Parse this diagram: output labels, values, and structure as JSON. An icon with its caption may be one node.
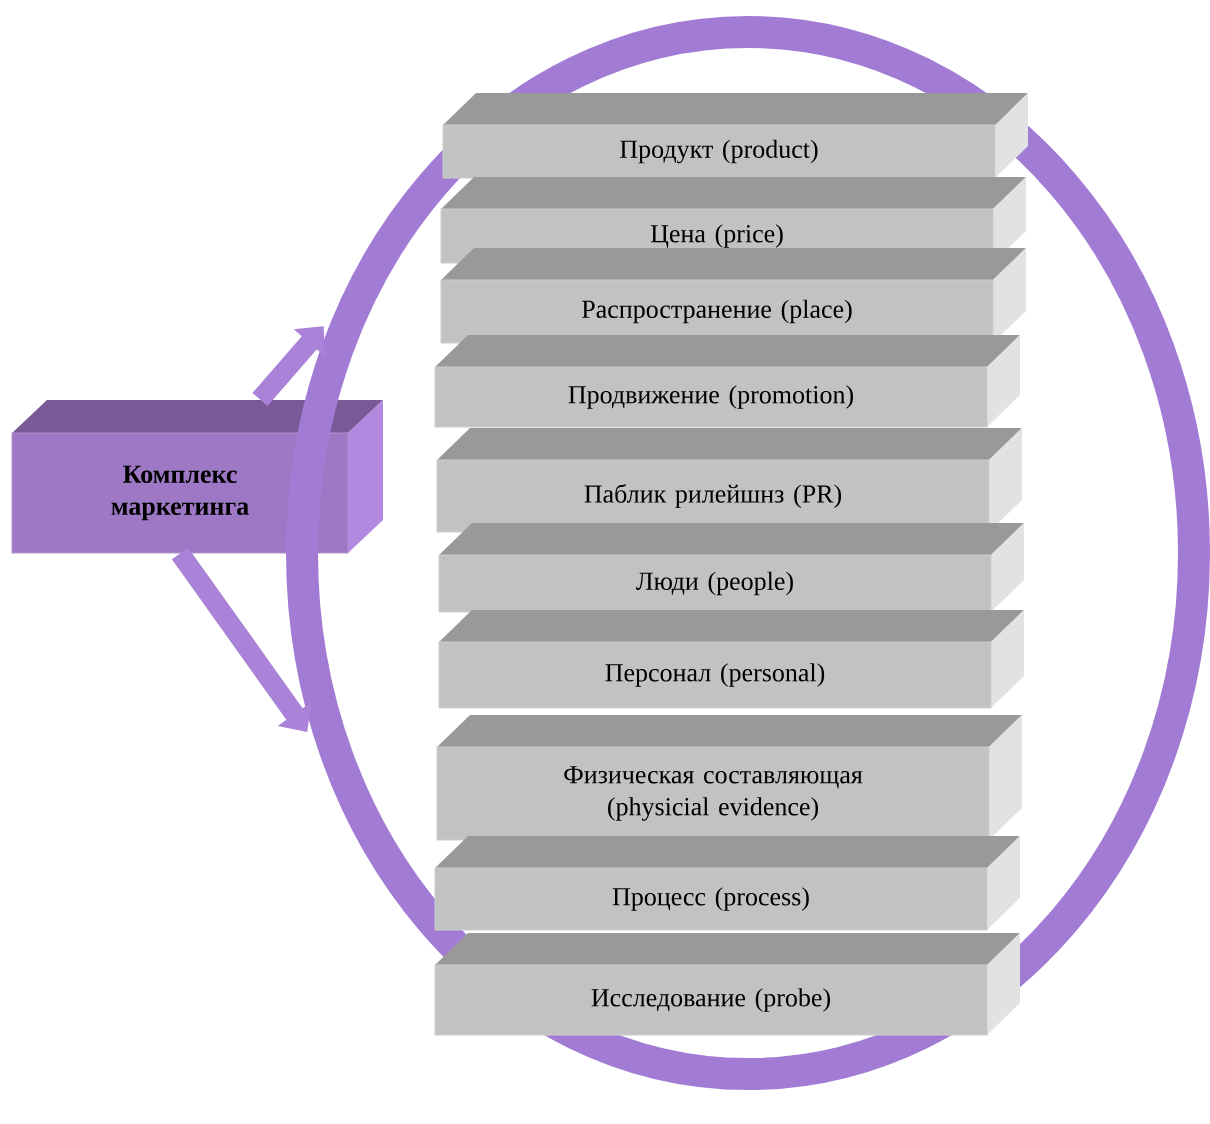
{
  "diagram": {
    "nodes": [
      {
        "text": [
          "Комплекс маркетинга"
        ]
      },
      {
        "text": [],
        "shape": "ellipse"
      },
      {
        "text": [
          "Продукт (product)"
        ],
        "in": 1
      },
      {
        "text": [
          "Цена (price)"
        ],
        "in": 1
      },
      {
        "text": [
          "Распространение (place)"
        ],
        "in": 1
      },
      {
        "text": [
          "Продвижение (promotion)"
        ],
        "in": 1
      },
      {
        "text": [
          "Паблик рилейшнз (PR)"
        ],
        "in": 1
      },
      {
        "text": [
          "Люди (people)"
        ],
        "in": 1
      },
      {
        "text": [
          "Персонал (personal)"
        ],
        "in": 1
      },
      {
        "text": [
          "Физическая составляющая (physicial evidence)"
        ],
        "in": 1
      },
      {
        "text": [
          "Процесс (process)"
        ],
        "in": 1
      },
      {
        "text": [
          "Исследование (probe)"
        ],
        "in": 1
      }
    ],
    "edges": [
      {
        "from": 0,
        "to": 1,
        "arrow": "to"
      },
      {
        "from": 0,
        "to": 1,
        "arrow": "to"
      }
    ]
  }
}
